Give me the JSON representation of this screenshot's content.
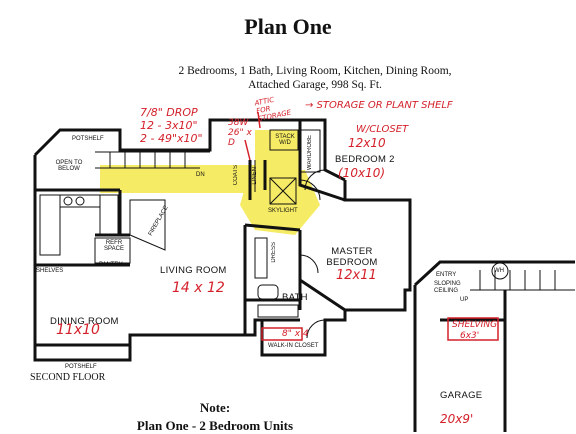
{
  "title": "Plan One",
  "description_lines": [
    "2 Bedrooms, 1 Bath, Living Room, Kitchen, Dining Room,",
    "Attached Garage, 998 Sq. Ft."
  ],
  "rooms": {
    "potshelf_top": "POTSHELF",
    "open_to_below": "OPEN TO BELOW",
    "dn": "DN",
    "coats": "COATS",
    "linen": "LINEN",
    "stack_wd": "STACK W/D",
    "wardrobe": "WARDROBE",
    "bedroom2": "BEDROOM 2",
    "skylight": "SKYLIGHT",
    "refr_space": "REFR SPACE",
    "pantry": "PANTRY",
    "fireplace": "FIREPLACE",
    "shelves": "SHELVES",
    "living_room": "LIVING ROOM",
    "dress": "DRESS",
    "master_bedroom": "MASTER BEDROOM",
    "bath": "BATH",
    "walk_in_closet": "WALK-IN CLOSET",
    "dining_room": "DINING ROOM",
    "potshelf_bottom": "POTSHELF",
    "second_floor": "SECOND FLOOR",
    "entry": "ENTRY",
    "sloping_ceiling": "SLOPING CEILING",
    "up": "UP",
    "wh": "WH",
    "garage": "GARAGE"
  },
  "handwritten": {
    "drop_lines": [
      "7/8\" DROP",
      "12 - 3x10\"",
      "2 - 49\"x10\""
    ],
    "attic_lines": [
      "38W",
      "26\" x",
      "D"
    ],
    "attic_note": "ATTIC FOR STORAGE",
    "storage_note": "→ STORAGE OR PLANT SHELF",
    "bedroom2_closet": "W/CLOSET",
    "bedroom2_size1": "12x10",
    "bedroom2_size2": "(10x10)",
    "master_size": "12x11",
    "living_size": "14 x 12",
    "dining_size": "11x10",
    "closet_size": "8\" x 4",
    "shelving": "SHELVING",
    "shelving_size": "6x3'",
    "garage_size": "20x9'"
  },
  "note_title": "Note:",
  "note_text": "Plan One - 2 Bedroom Units",
  "colors": {
    "accent_red": "#d4202a",
    "highlight_yellow": "#f5e84a"
  }
}
